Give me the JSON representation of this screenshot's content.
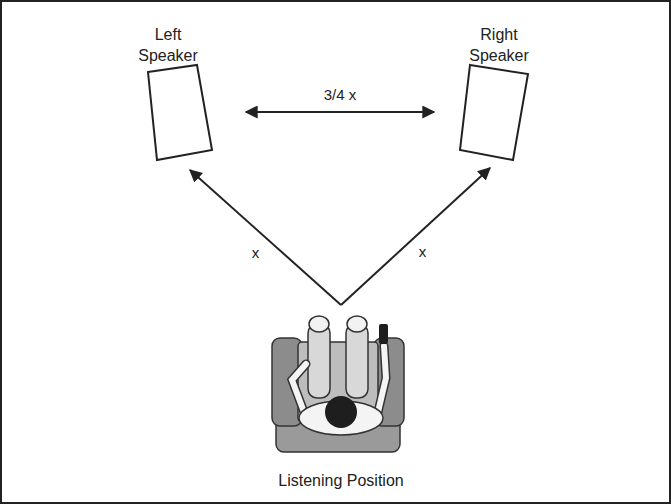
{
  "diagram": {
    "nodes": [
      {
        "text": [
          "Left Speaker"
        ]
      },
      {
        "text": [
          "Right Speaker"
        ]
      },
      {
        "text": [
          "Listening Position"
        ]
      }
    ],
    "edges": [
      {
        "from": 0,
        "to": 1,
        "arrow": "both",
        "label": "3/4 x"
      },
      {
        "from": 2,
        "to": 0,
        "arrow": "to",
        "label": "x"
      },
      {
        "from": 2,
        "to": 1,
        "arrow": "to",
        "label": "x"
      }
    ]
  }
}
